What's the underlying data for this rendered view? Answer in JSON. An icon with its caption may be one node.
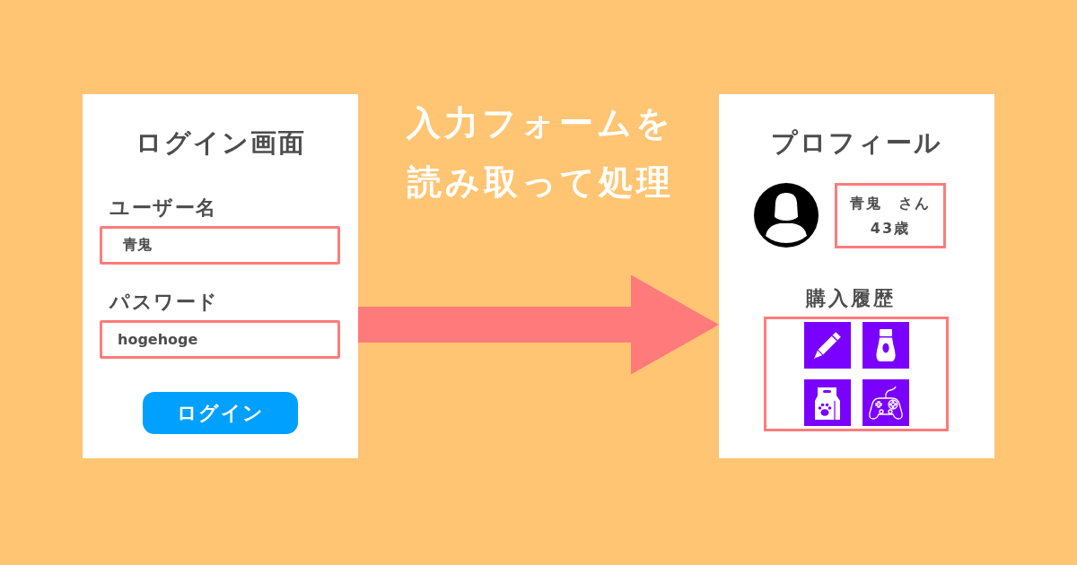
{
  "diagram": {
    "nodes": [
      {
        "text": [
          "ログイン画面"
        ]
      },
      {
        "text": [
          "青鬼"
        ],
        "in": 0,
        "beside": [
          "ユーザー名"
        ]
      },
      {
        "text": [
          "hogehoge"
        ],
        "in": 0,
        "beside": [
          "パスワード"
        ]
      },
      {
        "text": [
          "ログイン"
        ],
        "in": 0
      },
      {
        "text": [
          "プロフィール"
        ]
      },
      {
        "text": [
          "青鬼　さん",
          "43歳"
        ],
        "in": 4
      },
      {
        "text": [
          "購入履歴"
        ],
        "in": 4
      }
    ],
    "edges": [
      {
        "from": 0,
        "to": 4,
        "arrow": "to",
        "label": "入力フォームを読み取って処理"
      }
    ]
  }
}
